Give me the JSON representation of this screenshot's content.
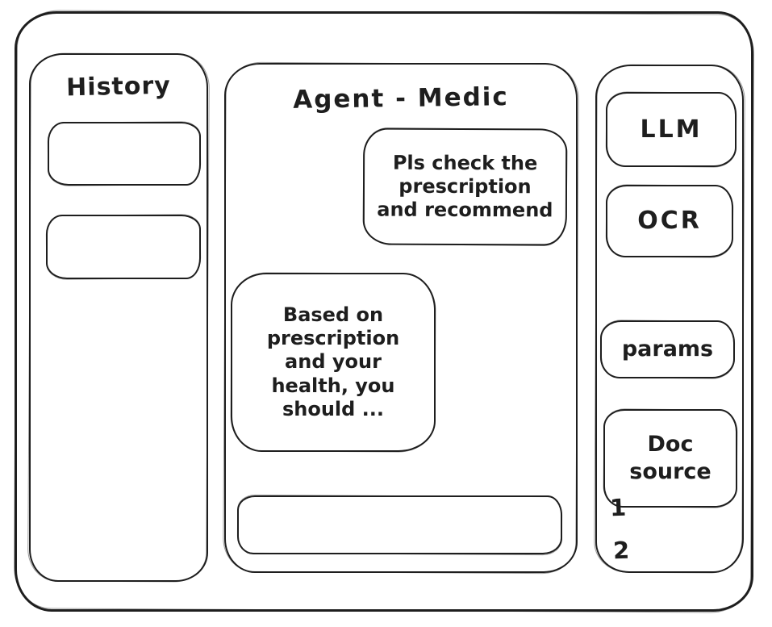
{
  "app": {
    "title": "Agent - Medic"
  },
  "history_panel": {
    "title": "History",
    "items": [
      "",
      ""
    ]
  },
  "chat": {
    "title": "Agent - Medic",
    "messages": [
      {
        "role": "user",
        "text": "Pls check the\nprescription\nand recommend"
      },
      {
        "role": "assistant",
        "text": "Based on\nprescription\nand your\nhealth, you\nshould ..."
      }
    ],
    "input_value": "",
    "input_placeholder": ""
  },
  "tools_panel": {
    "buttons": [
      {
        "id": "llm",
        "label": "LLM"
      },
      {
        "id": "ocr",
        "label": "OCR"
      },
      {
        "id": "params",
        "label": "params"
      },
      {
        "id": "doc_source",
        "label": "Doc\nsource"
      }
    ],
    "doc_source_items": [
      "1",
      "2"
    ]
  },
  "colors": {
    "ink": "#1e1e1e",
    "background": "#ffffff"
  }
}
